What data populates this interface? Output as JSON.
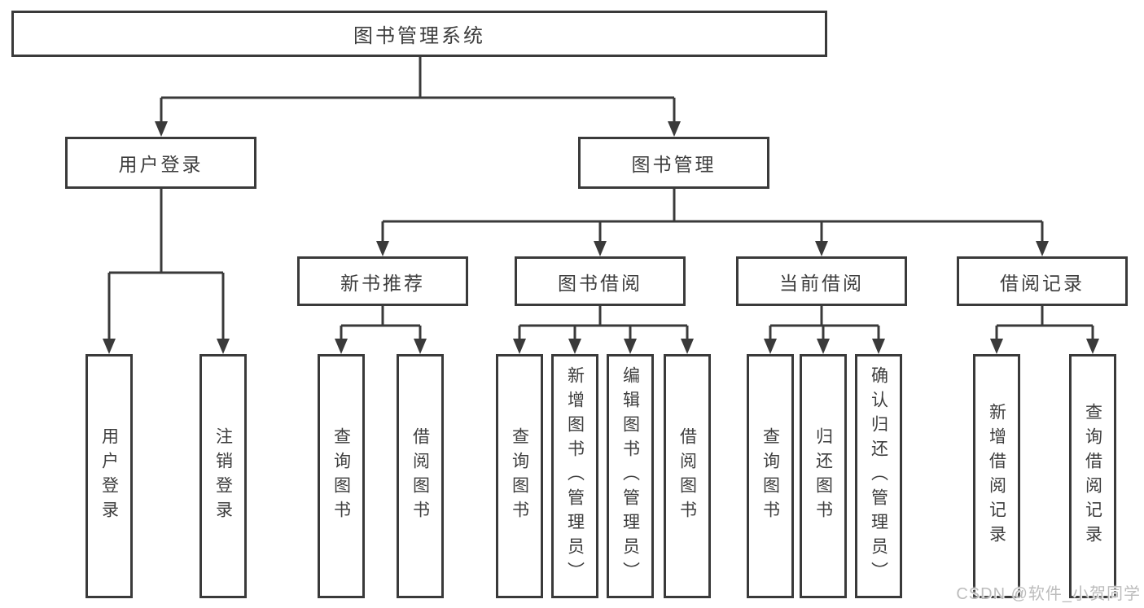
{
  "colors": {
    "line": "#3a3a3a",
    "text": "#3d3d3d",
    "watermark": "#bcbcbc",
    "background": "#ffffff"
  },
  "tree": {
    "root": "图书管理系统",
    "children": [
      {
        "label": "用户登录",
        "children": [
          {
            "label": "用户登录"
          },
          {
            "label": "注销登录"
          }
        ]
      },
      {
        "label": "图书管理",
        "children": [
          {
            "label": "新书推荐",
            "children": [
              {
                "label": "查询图书"
              },
              {
                "label": "借阅图书"
              }
            ]
          },
          {
            "label": "图书借阅",
            "children": [
              {
                "label": "查询图书"
              },
              {
                "label": "新增图书（管理员）"
              },
              {
                "label": "编辑图书（管理员）"
              },
              {
                "label": "借阅图书"
              }
            ]
          },
          {
            "label": "当前借阅",
            "children": [
              {
                "label": "查询图书"
              },
              {
                "label": "归还图书"
              },
              {
                "label": "确认归还（管理员）"
              }
            ]
          },
          {
            "label": "借阅记录",
            "children": [
              {
                "label": "新增借阅记录"
              },
              {
                "label": "查询借阅记录"
              }
            ]
          }
        ]
      }
    ]
  },
  "watermark": "CSDN @软件_小贺同学"
}
